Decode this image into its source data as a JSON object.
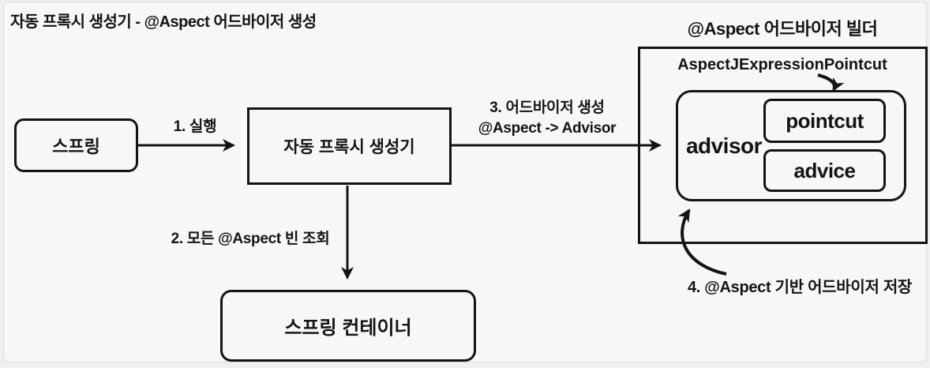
{
  "diagram": {
    "title": "자동 프록시 생성기 - @Aspect 어드바이저 생성",
    "nodes": {
      "spring": "스프링",
      "auto_proxy_creator": "자동 프록시 생성기",
      "spring_container": "스프링 컨테이너"
    },
    "builder": {
      "title": "@Aspect 어드바이저 빌더",
      "pointcut_class": "AspectJExpressionPointcut",
      "advisor_label": "advisor",
      "pointcut_label": "pointcut",
      "advice_label": "advice"
    },
    "steps": {
      "step1": "1. 실행",
      "step2": "2. 모든 @Aspect 빈 조회",
      "step3_line1": "3. 어드바이저 생성",
      "step3_line2": "@Aspect -> Advisor",
      "step4": "4. @Aspect 기반 어드바이저 저장"
    },
    "colors": {
      "ink": "#141414",
      "background": "#f7f7f8",
      "card_border": "#d8dade"
    }
  }
}
